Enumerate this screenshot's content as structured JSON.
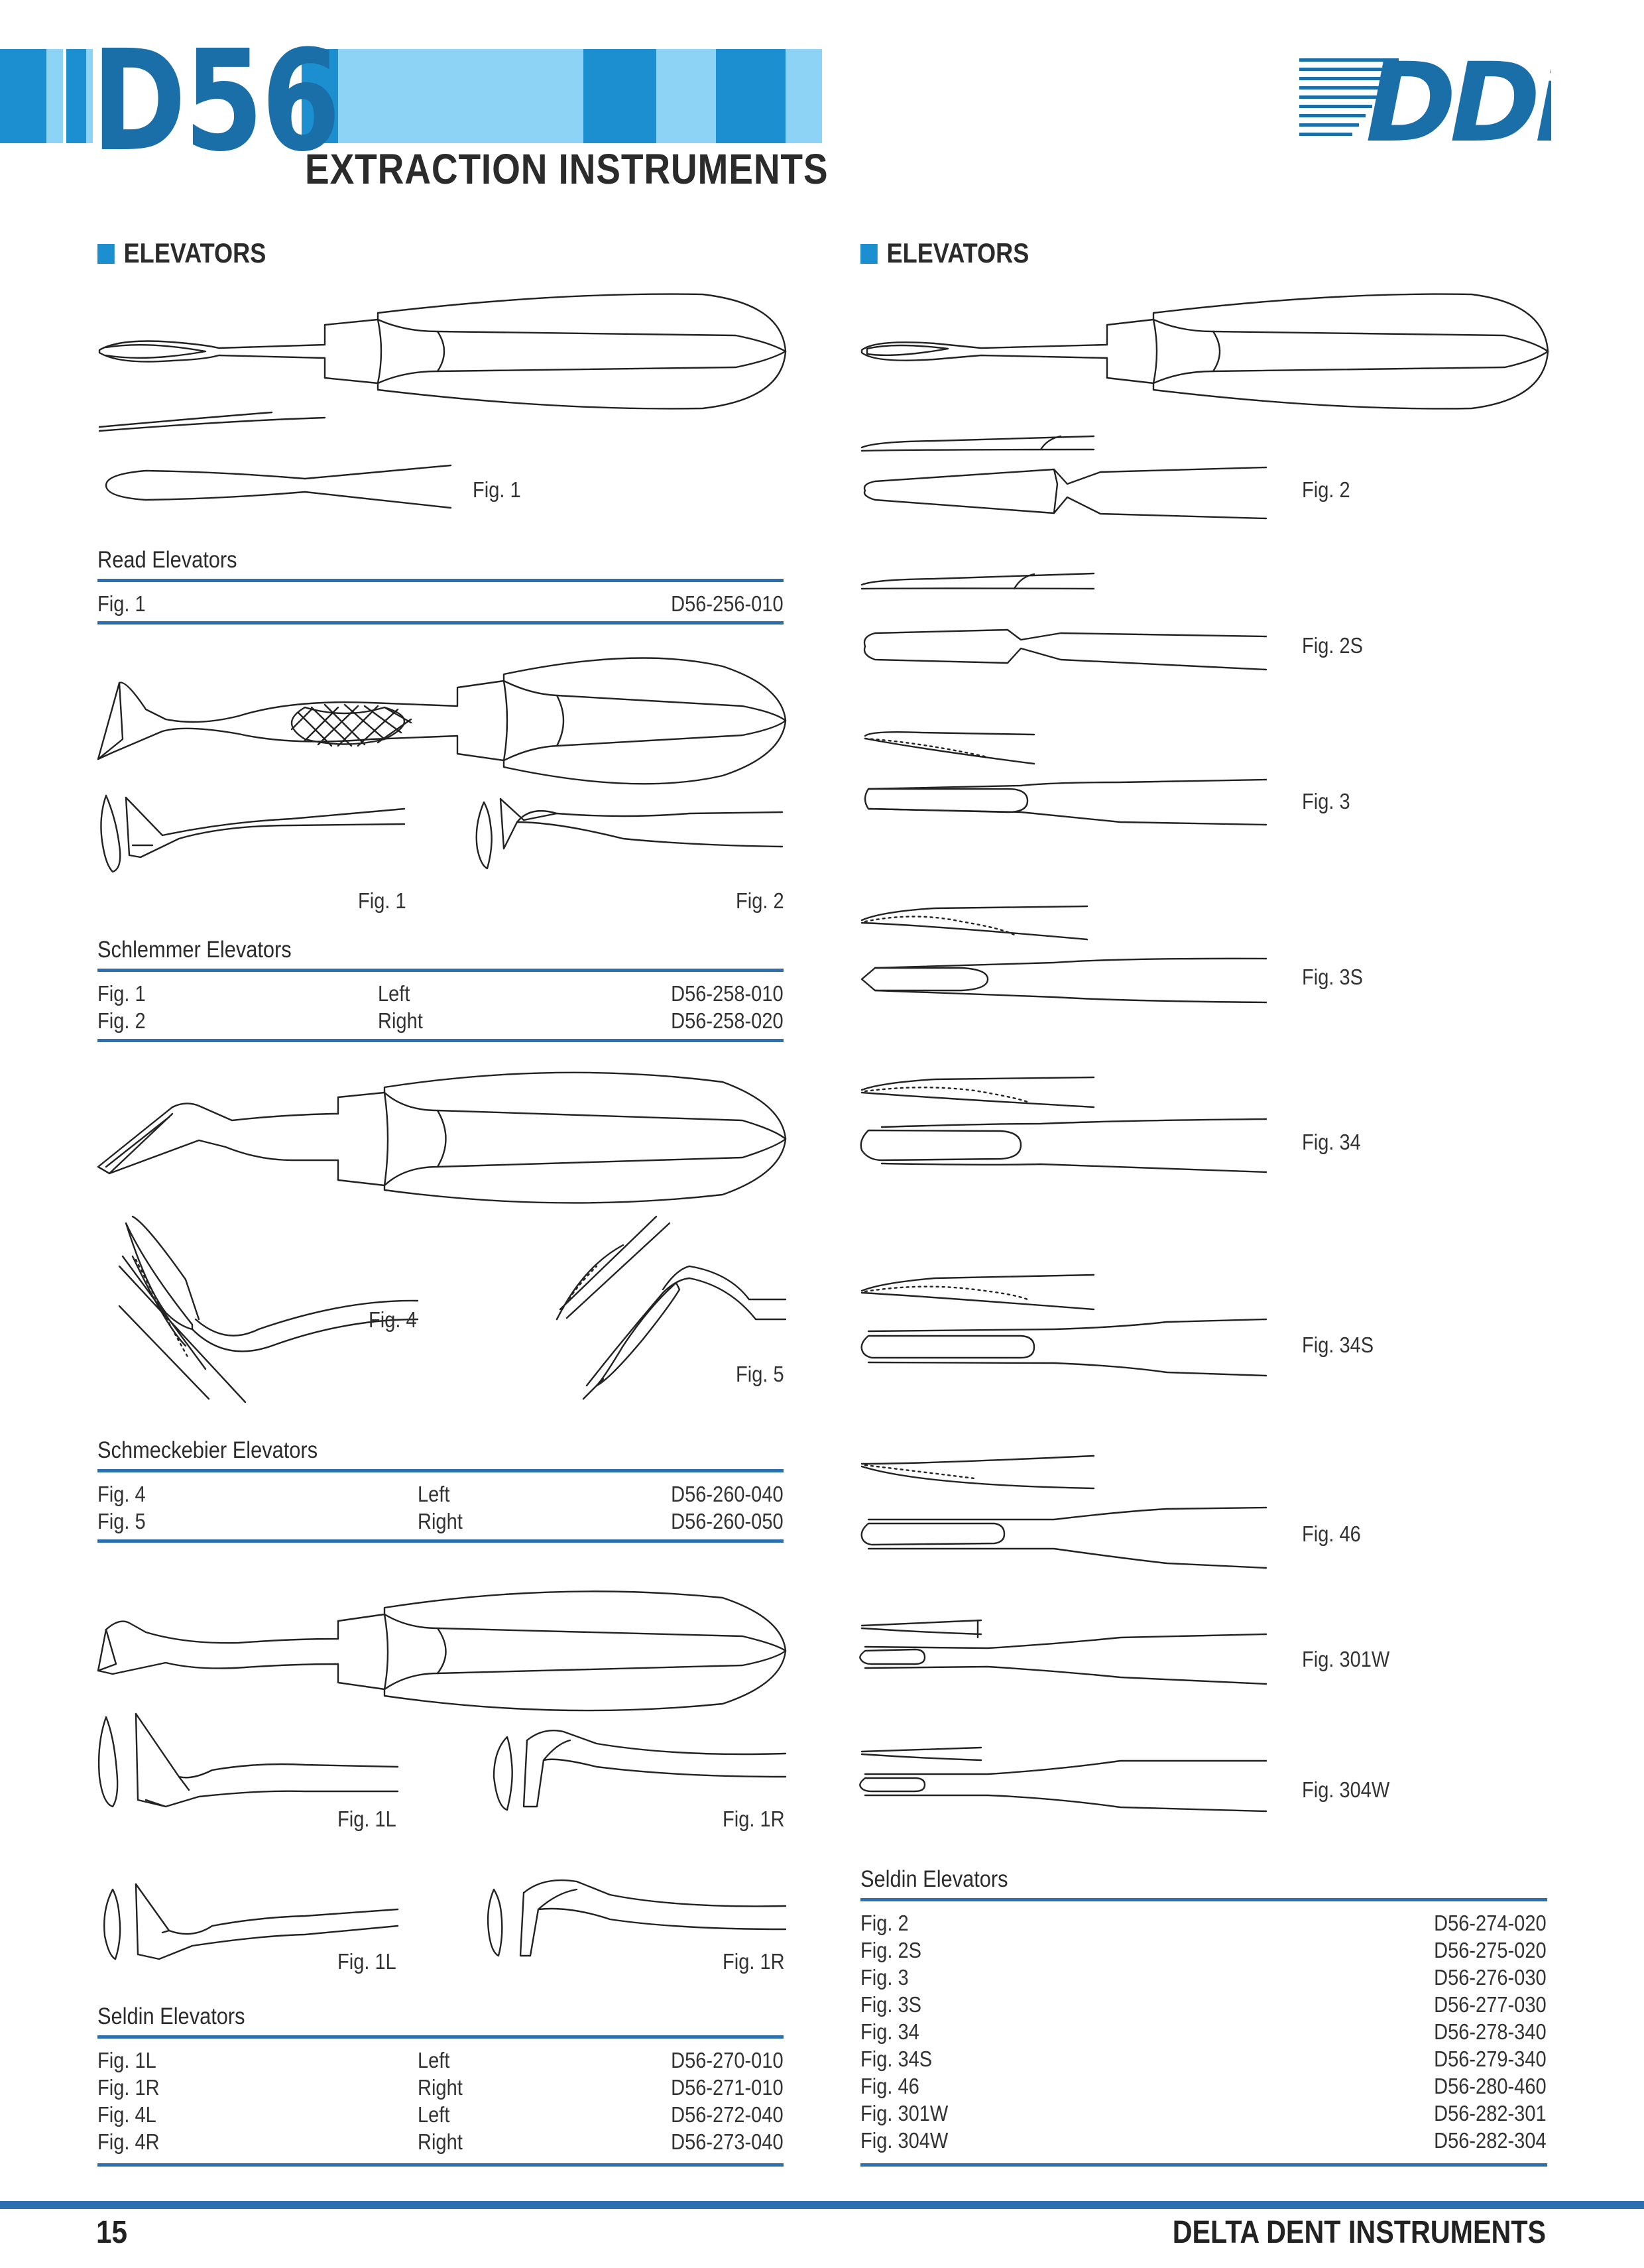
{
  "header": {
    "code": "D56",
    "subtitle": "EXTRACTION INSTRUMENTS",
    "logo_text": "DDi",
    "colors": {
      "dark_blue": "#1a6fa8",
      "mid_blue": "#1b8fd0",
      "light_blue": "#8dd3f5",
      "rule_blue": "#2a6fb0"
    }
  },
  "left": {
    "section_title": "ELEVATORS",
    "read": {
      "fig_label": "Fig. 1",
      "title": "Read Elevators",
      "rows": [
        {
          "fig": "Fig. 1",
          "side": "",
          "code": "D56-256-010"
        }
      ]
    },
    "schlemmer": {
      "fig1": "Fig. 1",
      "fig2": "Fig. 2",
      "title": "Schlemmer Elevators",
      "rows": [
        {
          "fig": "Fig. 1",
          "side": "Left",
          "code": "D56-258-010"
        },
        {
          "fig": "Fig. 2",
          "side": "Right",
          "code": "D56-258-020"
        }
      ]
    },
    "schmeckebier": {
      "fig4": "Fig. 4",
      "fig5": "Fig. 5",
      "title": "Schmeckebier Elevators",
      "rows": [
        {
          "fig": "Fig. 4",
          "side": "Left",
          "code": "D56-260-040"
        },
        {
          "fig": "Fig. 5",
          "side": "Right",
          "code": "D56-260-050"
        }
      ]
    },
    "seldin": {
      "fig_a_l": "Fig. 1L",
      "fig_a_r": "Fig. 1R",
      "fig_b_l": "Fig. 1L",
      "fig_b_r": "Fig. 1R",
      "title": "Seldin Elevators",
      "rows": [
        {
          "fig": "Fig. 1L",
          "side": "Left",
          "code": "D56-270-010"
        },
        {
          "fig": "Fig. 1R",
          "side": "Right",
          "code": "D56-271-010"
        },
        {
          "fig": "Fig. 4L",
          "side": "Left",
          "code": "D56-272-040"
        },
        {
          "fig": "Fig. 4R",
          "side": "Right",
          "code": "D56-273-040"
        }
      ]
    }
  },
  "right": {
    "section_title": "ELEVATORS",
    "figs": [
      "Fig. 2",
      "Fig. 2S",
      "Fig. 3",
      "Fig. 3S",
      "Fig. 34",
      "Fig. 34S",
      "Fig. 46",
      "Fig. 301W",
      "Fig. 304W"
    ],
    "seldin": {
      "title": "Seldin Elevators",
      "rows": [
        {
          "fig": "Fig. 2",
          "code": "D56-274-020"
        },
        {
          "fig": "Fig. 2S",
          "code": "D56-275-020"
        },
        {
          "fig": "Fig. 3",
          "code": "D56-276-030"
        },
        {
          "fig": "Fig. 3S",
          "code": "D56-277-030"
        },
        {
          "fig": "Fig. 34",
          "code": "D56-278-340"
        },
        {
          "fig": "Fig. 34S",
          "code": "D56-279-340"
        },
        {
          "fig": "Fig. 46",
          "code": "D56-280-460"
        },
        {
          "fig": "Fig. 301W",
          "code": "D56-282-301"
        },
        {
          "fig": "Fig. 304W",
          "code": "D56-282-304"
        }
      ]
    }
  },
  "footer": {
    "page_number": "15",
    "company": "DELTA DENT INSTRUMENTS"
  }
}
